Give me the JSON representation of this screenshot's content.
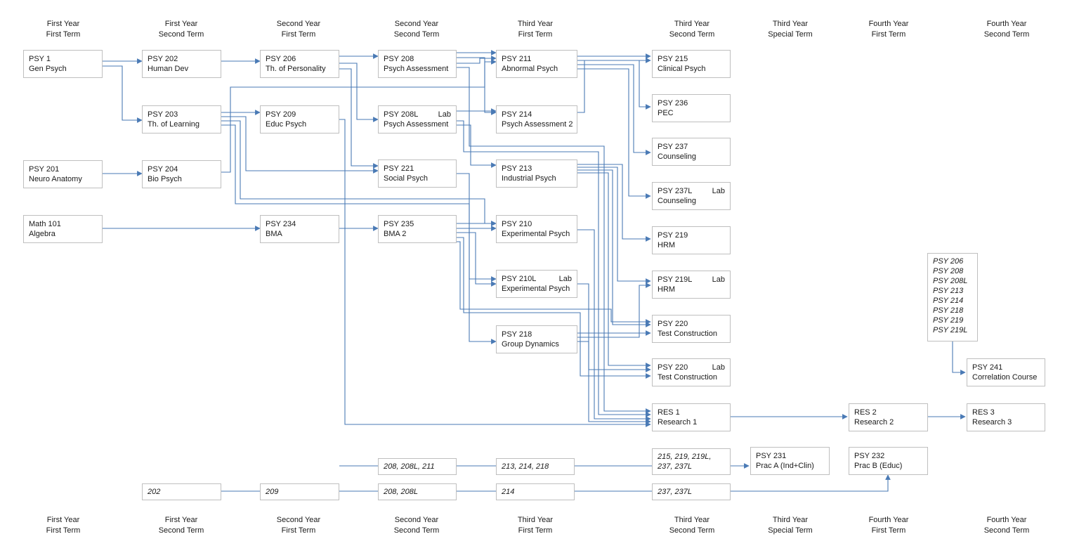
{
  "terms": [
    {
      "id": "t1",
      "year": "First Year",
      "term": "First Term"
    },
    {
      "id": "t2",
      "year": "First Year",
      "term": "Second Term"
    },
    {
      "id": "t3",
      "year": "Second Year",
      "term": "First Term"
    },
    {
      "id": "t4",
      "year": "Second Year",
      "term": "Second Term"
    },
    {
      "id": "t5",
      "year": "Third Year",
      "term": "First Term"
    },
    {
      "id": "t6",
      "year": "Third Year",
      "term": "Second Term"
    },
    {
      "id": "t7",
      "year": "Third Year",
      "term": "Special Term"
    },
    {
      "id": "t8",
      "year": "Fourth Year",
      "term": "First Term"
    },
    {
      "id": "t9",
      "year": "Fourth Year",
      "term": "Second Term"
    }
  ],
  "courses": {
    "psy1": {
      "code": "PSY 1",
      "title": "Gen Psych"
    },
    "psy202": {
      "code": "PSY 202",
      "title": "Human Dev"
    },
    "psy203": {
      "code": "PSY 203",
      "title": "Th. of Learning"
    },
    "psy201": {
      "code": "PSY 201",
      "title": "Neuro Anatomy"
    },
    "psy204": {
      "code": "PSY 204",
      "title": "Bio Psych"
    },
    "math101": {
      "code": "Math 101",
      "title": "Algebra"
    },
    "psy206": {
      "code": "PSY 206",
      "title": "Th. of Personality"
    },
    "psy209": {
      "code": "PSY 209",
      "title": "Educ Psych"
    },
    "psy234": {
      "code": "PSY 234",
      "title": "BMA"
    },
    "psy208": {
      "code": "PSY 208",
      "title": "Psych Assessment"
    },
    "psy208l": {
      "code": "PSY 208L",
      "tag": "Lab",
      "title": "Psych Assessment"
    },
    "psy221": {
      "code": "PSY 221",
      "title": "Social Psych"
    },
    "psy235": {
      "code": "PSY 235",
      "title": "BMA 2"
    },
    "psy211": {
      "code": "PSY 211",
      "title": "Abnormal Psych"
    },
    "psy214": {
      "code": "PSY 214",
      "title": "Psych Assessment 2"
    },
    "psy213": {
      "code": "PSY 213",
      "title": "Industrial Psych"
    },
    "psy210": {
      "code": "PSY 210",
      "title": "Experimental Psych"
    },
    "psy210l": {
      "code": "PSY 210L",
      "tag": "Lab",
      "title": "Experimental Psych"
    },
    "psy218": {
      "code": "PSY 218",
      "title": "Group Dynamics"
    },
    "psy215": {
      "code": "PSY 215",
      "title": "Clinical Psych"
    },
    "psy236": {
      "code": "PSY 236",
      "title": "PEC"
    },
    "psy237": {
      "code": "PSY 237",
      "title": "Counseling"
    },
    "psy237l": {
      "code": "PSY 237L",
      "tag": "Lab",
      "title": "Counseling"
    },
    "psy219": {
      "code": "PSY 219",
      "title": "HRM"
    },
    "psy219l": {
      "code": "PSY 219L",
      "tag": "Lab",
      "title": "HRM"
    },
    "psy220": {
      "code": "PSY 220",
      "title": "Test Construction"
    },
    "psy220l": {
      "code": "PSY 220",
      "tag": "Lab",
      "title": "Test Construction"
    },
    "res1": {
      "code": "RES 1",
      "title": "Research 1"
    },
    "res2": {
      "code": "RES 2",
      "title": "Research 2"
    },
    "res3": {
      "code": "RES 3",
      "title": "Research 3"
    },
    "psy231": {
      "code": "PSY 231",
      "title": "Prac A (Ind+Clin)"
    },
    "psy232": {
      "code": "PSY 232",
      "title": "Prac B (Educ)"
    },
    "psy241": {
      "code": "PSY 241",
      "title": "Correlation Course"
    }
  },
  "prereq_list": [
    "PSY 206",
    "PSY 208",
    "PSY 208L",
    "PSY 213",
    "PSY 214",
    "PSY 218",
    "PSY 219",
    "PSY 219L"
  ],
  "prac_a_chain": [
    {
      "id": "a1",
      "lines": [
        "208, 208L, 211"
      ]
    },
    {
      "id": "a2",
      "lines": [
        "213, 214, 218"
      ]
    },
    {
      "id": "a3",
      "lines": [
        "215, 219, 219L,",
        "237, 237L"
      ]
    }
  ],
  "prac_b_chain": [
    {
      "id": "b1",
      "lines": [
        "202"
      ]
    },
    {
      "id": "b2",
      "lines": [
        "209"
      ]
    },
    {
      "id": "b3",
      "lines": [
        "208, 208L"
      ]
    },
    {
      "id": "b4",
      "lines": [
        "214"
      ]
    },
    {
      "id": "b5",
      "lines": [
        "237, 237L"
      ]
    }
  ],
  "colors": {
    "connector": "#4a7ab5",
    "border": "#bfbfbf"
  }
}
